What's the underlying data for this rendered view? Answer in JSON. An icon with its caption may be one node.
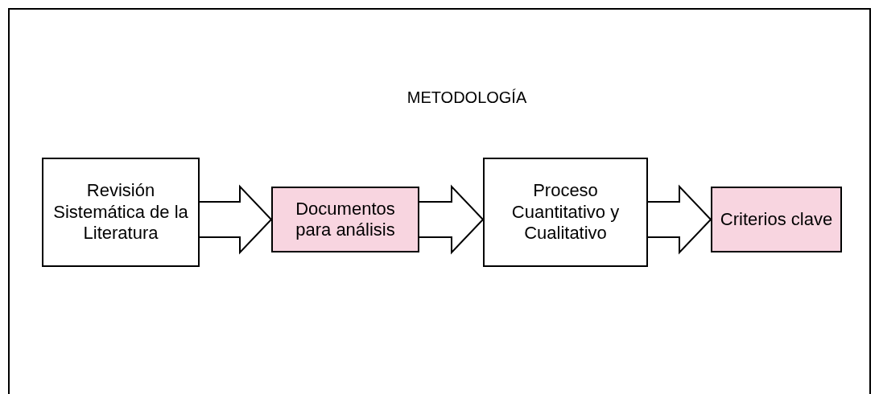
{
  "diagram": {
    "title": "METODOLOGÍA",
    "nodes": [
      {
        "text": [
          "Revisión Sistemática de la Literatura"
        ]
      },
      {
        "text": [
          "Documentos para análisis"
        ]
      },
      {
        "text": [
          "Proceso Cuantitativo y Cualitativo"
        ]
      },
      {
        "text": [
          "Criterios clave"
        ]
      }
    ],
    "edges": [
      {
        "from": 0,
        "to": 1,
        "arrow": "to",
        "style": "thick"
      },
      {
        "from": 1,
        "to": 2,
        "arrow": "to",
        "style": "thick"
      },
      {
        "from": 2,
        "to": 3,
        "arrow": "to",
        "style": "thick"
      }
    ]
  }
}
